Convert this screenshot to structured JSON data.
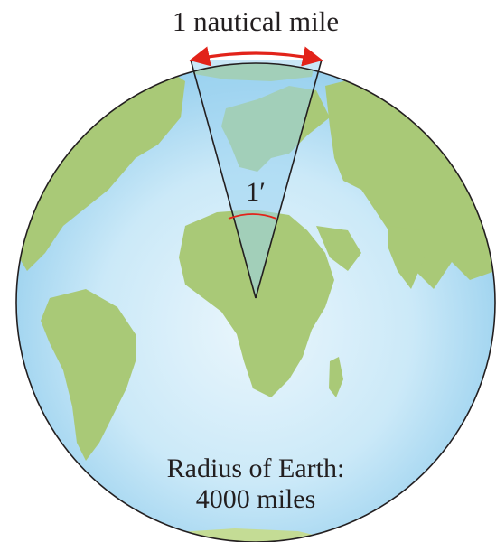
{
  "arc_label": "1 nautical mile",
  "angle_label": "1′",
  "radius_label": {
    "line1": "Radius of Earth:",
    "line2": "4000 miles"
  },
  "colors": {
    "ocean_light": "#e3f3fb",
    "ocean_mid": "#b9e1f4",
    "ocean_edge": "#8ccbea",
    "land": "#a9c977",
    "land_light": "#c4dc95",
    "sector_highlight": "#9dd4f0",
    "arc_arrow": "#e2231a",
    "angle_arc": "#e2231a",
    "outline": "#231f20"
  }
}
